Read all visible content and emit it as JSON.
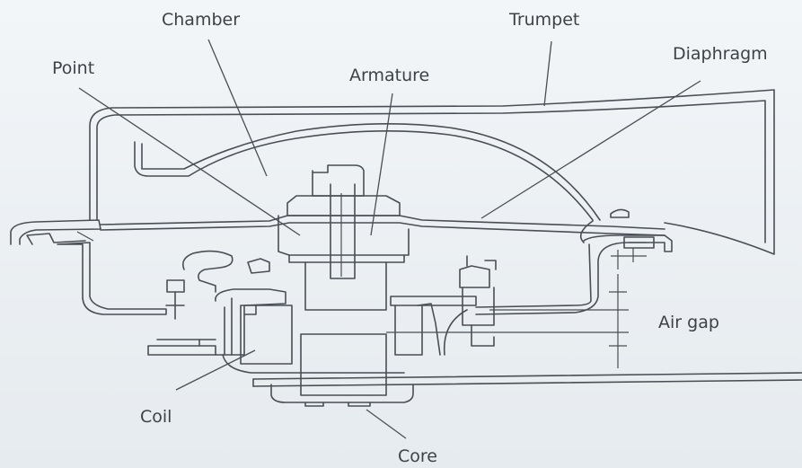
{
  "diagram": {
    "labels": {
      "chamber": "Chamber",
      "trumpet": "Trumpet",
      "diaphragm": "Diaphragm",
      "point": "Point",
      "armature": "Armature",
      "air_gap": "Air gap",
      "coil": "Coil",
      "core": "Core"
    },
    "colors": {
      "background_top": "#f3f6f8",
      "background_bottom": "#e6ebef",
      "line": "#4a4f55",
      "text": "#3d4247"
    }
  }
}
